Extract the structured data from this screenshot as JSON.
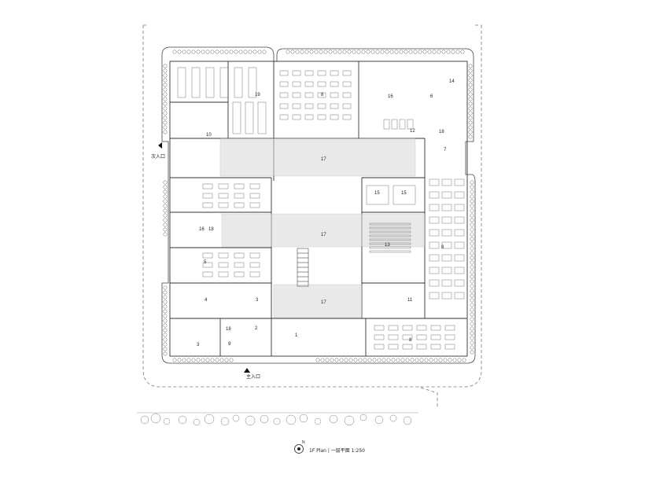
{
  "caption": "1F Plan | 一层平面 1:250",
  "north_label": "N",
  "entrances": {
    "main": "主入口",
    "secondary": "次入口"
  },
  "rooms": [
    "1",
    "2",
    "3",
    "3",
    "4",
    "5",
    "6",
    "7",
    "8",
    "8",
    "8",
    "9",
    "10",
    "11",
    "12",
    "13",
    "14",
    "15",
    "15",
    "16",
    "16",
    "17",
    "17",
    "17",
    "18",
    "18",
    "18",
    "19"
  ]
}
